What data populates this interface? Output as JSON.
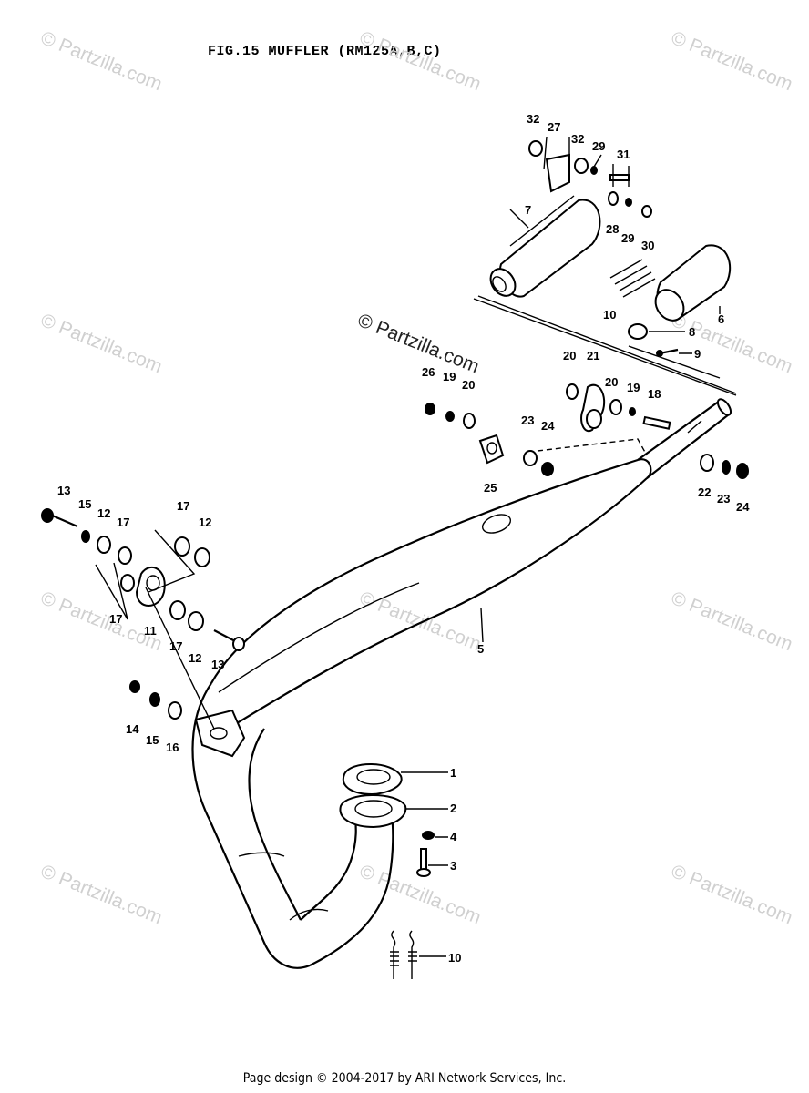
{
  "title": "FIG.15  MUFFLER (RM125A,B,C)",
  "footer": "Page design © 2004-2017 by ARI Network Services, Inc.",
  "watermarks": {
    "light": "© Partzilla.com",
    "center": "© Partzilla.com"
  },
  "labels": {
    "l1": "1",
    "l2": "2",
    "l3": "3",
    "l4": "4",
    "l5": "5",
    "l6": "6",
    "l7": "7",
    "l8": "8",
    "l9": "9",
    "l10a": "10",
    "l10b": "10",
    "l11": "11",
    "l12a": "12",
    "l12b": "12",
    "l12c": "12",
    "l13a": "13",
    "l13b": "13",
    "l14": "14",
    "l15a": "15",
    "l15b": "15",
    "l16": "16",
    "l17a": "17",
    "l17b": "17",
    "l17c": "17",
    "l17d": "17",
    "l18": "18",
    "l19a": "19",
    "l19b": "19",
    "l20a": "20",
    "l20b": "20",
    "l20c": "20",
    "l21": "21",
    "l22": "22",
    "l23a": "23",
    "l23b": "23",
    "l24a": "24",
    "l24b": "24",
    "l25": "25",
    "l26": "26",
    "l27": "27",
    "l28": "28",
    "l29a": "29",
    "l29b": "29",
    "l30": "30",
    "l31": "31",
    "l32a": "32",
    "l32b": "32"
  }
}
